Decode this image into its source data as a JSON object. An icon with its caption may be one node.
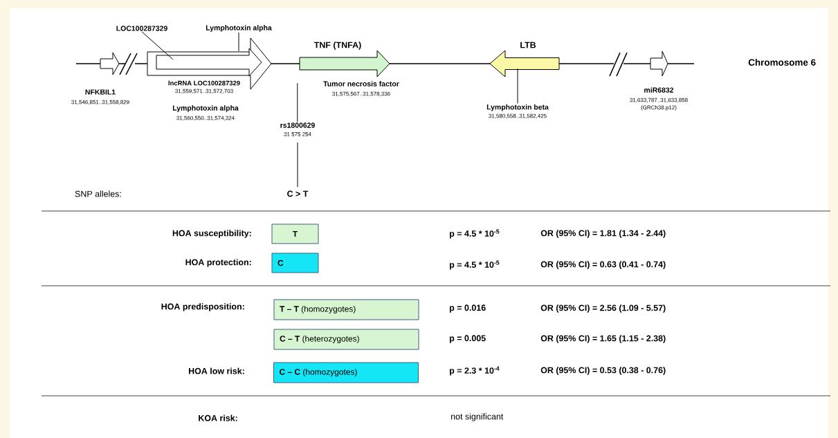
{
  "diagram": {
    "nodes": [
      {
        "text": [
          "NFKBIL1",
          "31,546,851..31,558,829"
        ]
      },
      {
        "text": [
          "Lymphotoxin alpha",
          "31,560,550..31,574,324"
        ]
      },
      {
        "text": [
          "lncRNA LOC100287329",
          "31,559,571..31,572,703"
        ],
        "in": 1
      },
      {
        "text": [
          "LOC100287329"
        ]
      },
      {
        "text": [
          "Lymphotoxin alpha"
        ]
      },
      {
        "text": [
          "TNF (TNFA)"
        ]
      },
      {
        "text": [
          "rs1800629",
          "31 575 254"
        ]
      },
      {
        "text": [
          "C > T"
        ]
      },
      {
        "text": [
          "LTB"
        ]
      },
      {
        "text": [
          "Lymphotoxin beta",
          "31,580,558..31,582,425"
        ]
      },
      {
        "text": [
          "miR6832",
          "31,633,787..31,633,858",
          "(GRCh38.p12)"
        ]
      },
      {
        "text": [
          "T"
        ]
      },
      {
        "text": [
          "C"
        ]
      },
      {
        "text": [
          "**T – T** (homozygotes)"
        ]
      },
      {
        "text": [
          "**C – T** (heterozygotes)"
        ]
      },
      {
        "text": [
          "**C – C** (homozygotes)"
        ]
      }
    ],
    "edges": [
      {
        "from": 3,
        "to": 2,
        "arrow": "none"
      },
      {
        "from": 4,
        "to": 1,
        "arrow": "none"
      },
      {
        "from": 5,
        "to": 6,
        "arrow": "none"
      },
      {
        "from": 6,
        "to": 7,
        "arrow": "none"
      },
      {
        "from": 8,
        "to": 9,
        "arrow": "none"
      }
    ],
    "labels": [
      "Tumor necrosis factor",
      "31,575,567..31,578,336",
      "Chromosome 6",
      "SNP alleles:",
      "HOA susceptibility:",
      "p = 4.5 * 10$^{-5}$",
      "OR (95% CI) = 1.81 (1.34 - 2.44)",
      "HOA protection:",
      "p = 4.5 * 10$^{-5}$",
      "OR (95% CI) = 0.63 (0.41 - 0.74)",
      "HOA predisposition:",
      "p = 0.016",
      "OR (95% CI) = 2.56 (1.09 - 5.57)",
      "p = 0.005",
      "OR (95% CI) = 1.65 (1.15 - 2.38)",
      "HOA low risk:",
      "p = 2.3 * 10$^{-4}$",
      "OR (95% CI) = 0.53 (0.38 - 0.76)",
      "KOA risk:",
      "not significant"
    ]
  }
}
